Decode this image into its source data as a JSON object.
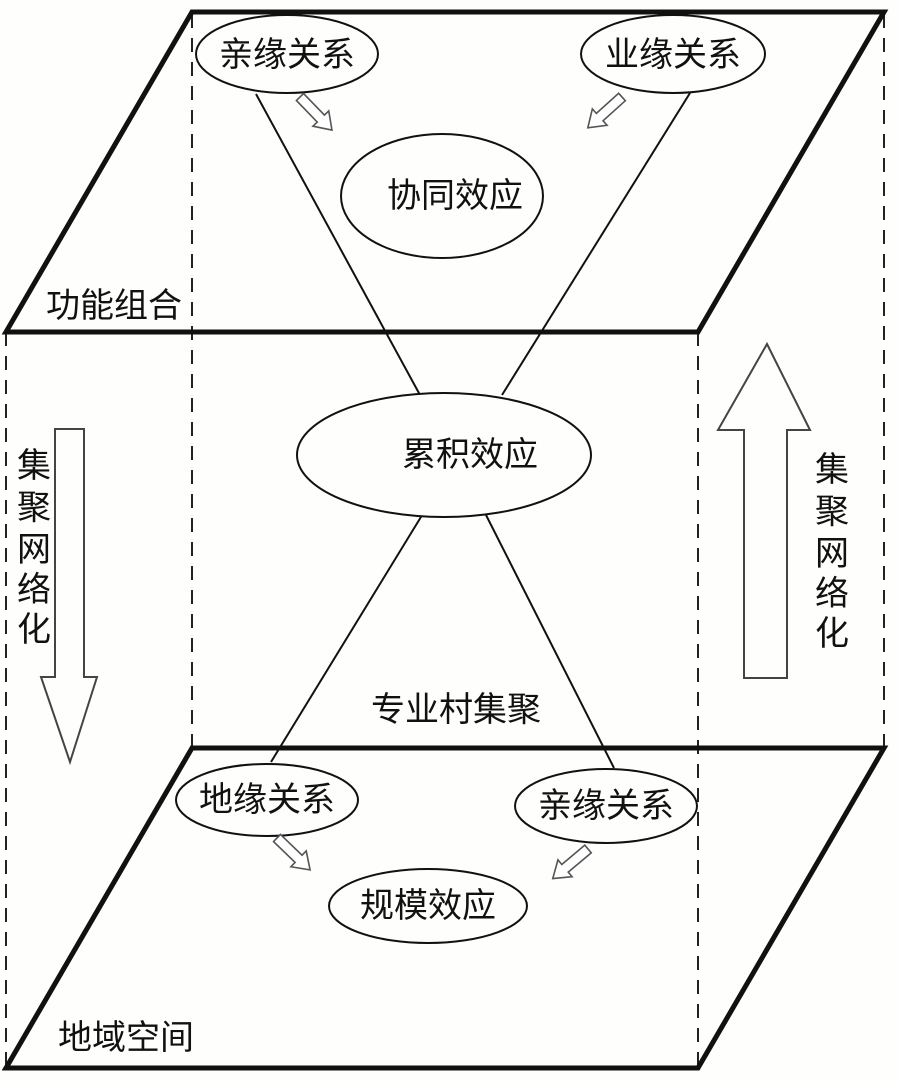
{
  "diagram": {
    "top_plane": {
      "label": "功能组合",
      "nodes": {
        "left": "亲缘关系",
        "right": "业缘关系",
        "center": "协同效应"
      }
    },
    "middle": {
      "center_node": "累积效应",
      "label": "专业村集聚"
    },
    "bottom_plane": {
      "label": "地域空间",
      "nodes": {
        "left": "地缘关系",
        "right": "亲缘关系",
        "center": "规模效应"
      }
    },
    "left_arrow": {
      "direction": "down",
      "label": [
        "集",
        "聚",
        "网",
        "络",
        "化"
      ]
    },
    "right_arrow": {
      "direction": "up",
      "label": [
        "集",
        "聚",
        "网",
        "络",
        "化"
      ]
    },
    "colors": {
      "line": "#111111",
      "arrow_outline": "#555555",
      "background": "#fefefc"
    }
  }
}
